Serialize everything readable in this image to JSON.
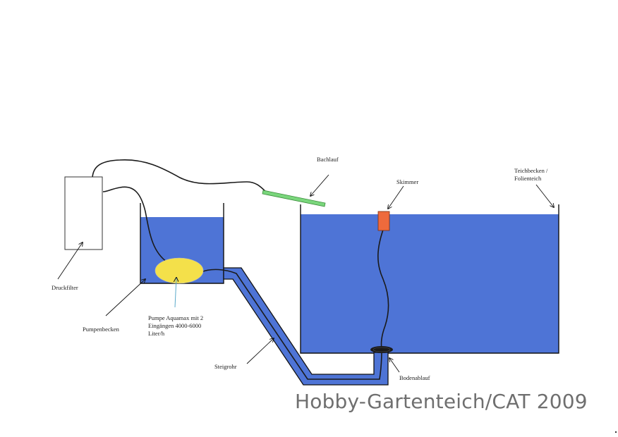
{
  "labels": {
    "bachlauf": "Bachlauf",
    "teichbecken_line1": "Teichbecken /",
    "teichbecken_line2": "Folienteich",
    "skimmer": "Skimmer",
    "druckfilter": "Druckfilter",
    "pumpenbecken": "Pumpenbecken",
    "pumpe_line1": "Pumpe Aquamax mit 2",
    "pumpe_line2": "Eingängen 4000-6000",
    "pumpe_line3": "Liter/h",
    "steigrohr": "Steigrohr",
    "bodenablauf": "Bodenablauf"
  },
  "watermark": "Hobby-Gartenteich/CAT 2009",
  "colors": {
    "water": "#4e74d6",
    "pump": "#f4e04a",
    "stream": "#7ad67c",
    "skimmer": "#ee6a3c",
    "filter": "#ffffff",
    "hose": "#1a1a1a"
  }
}
